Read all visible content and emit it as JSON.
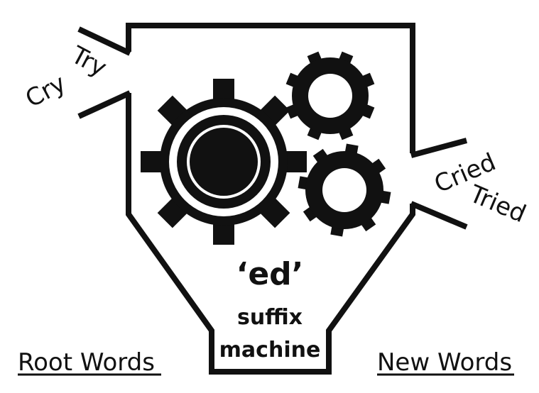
{
  "diagram": {
    "machine": {
      "title": "‘ed’",
      "line2": "suffix",
      "line3": "machine"
    },
    "inputs": [
      "Cry",
      "Try"
    ],
    "outputs": [
      "Cried",
      "Tried"
    ],
    "footer": {
      "left": "Root Words",
      "right": "New Words"
    },
    "colors": {
      "ink": "#111111",
      "background": "#ffffff"
    },
    "icons": [
      "gear-icon",
      "gear-icon",
      "gear-icon"
    ]
  }
}
